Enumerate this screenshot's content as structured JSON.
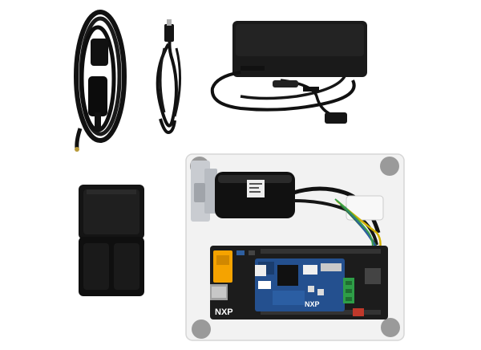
{
  "scene": {
    "kind": "product-kit-photo",
    "background": "#ffffff",
    "items": [
      {
        "name": "power-cord",
        "icon": "cable-coil-icon",
        "color": "#111111"
      },
      {
        "name": "usb-cable",
        "icon": "usb-cable-icon",
        "color": "#111111"
      },
      {
        "name": "power-adapter",
        "icon": "power-brick-icon",
        "color": "#1a1a1a"
      },
      {
        "name": "storage-case",
        "icon": "plastic-case-icon",
        "color": "#141414"
      },
      {
        "name": "motor-board-assembly",
        "icon": "motor-dev-board-icon",
        "color": "#f2f2f2"
      }
    ]
  },
  "board": {
    "logo_text": "NXP",
    "shield_logo_text": "NXP",
    "pcb_color": "#1c1c1c",
    "shield_color": "#24508f",
    "accent_orange": "#f5a300",
    "connector_green": "#2e9e47"
  },
  "motor": {
    "body_color": "#111111",
    "mount_color": "#c9ccd1"
  }
}
